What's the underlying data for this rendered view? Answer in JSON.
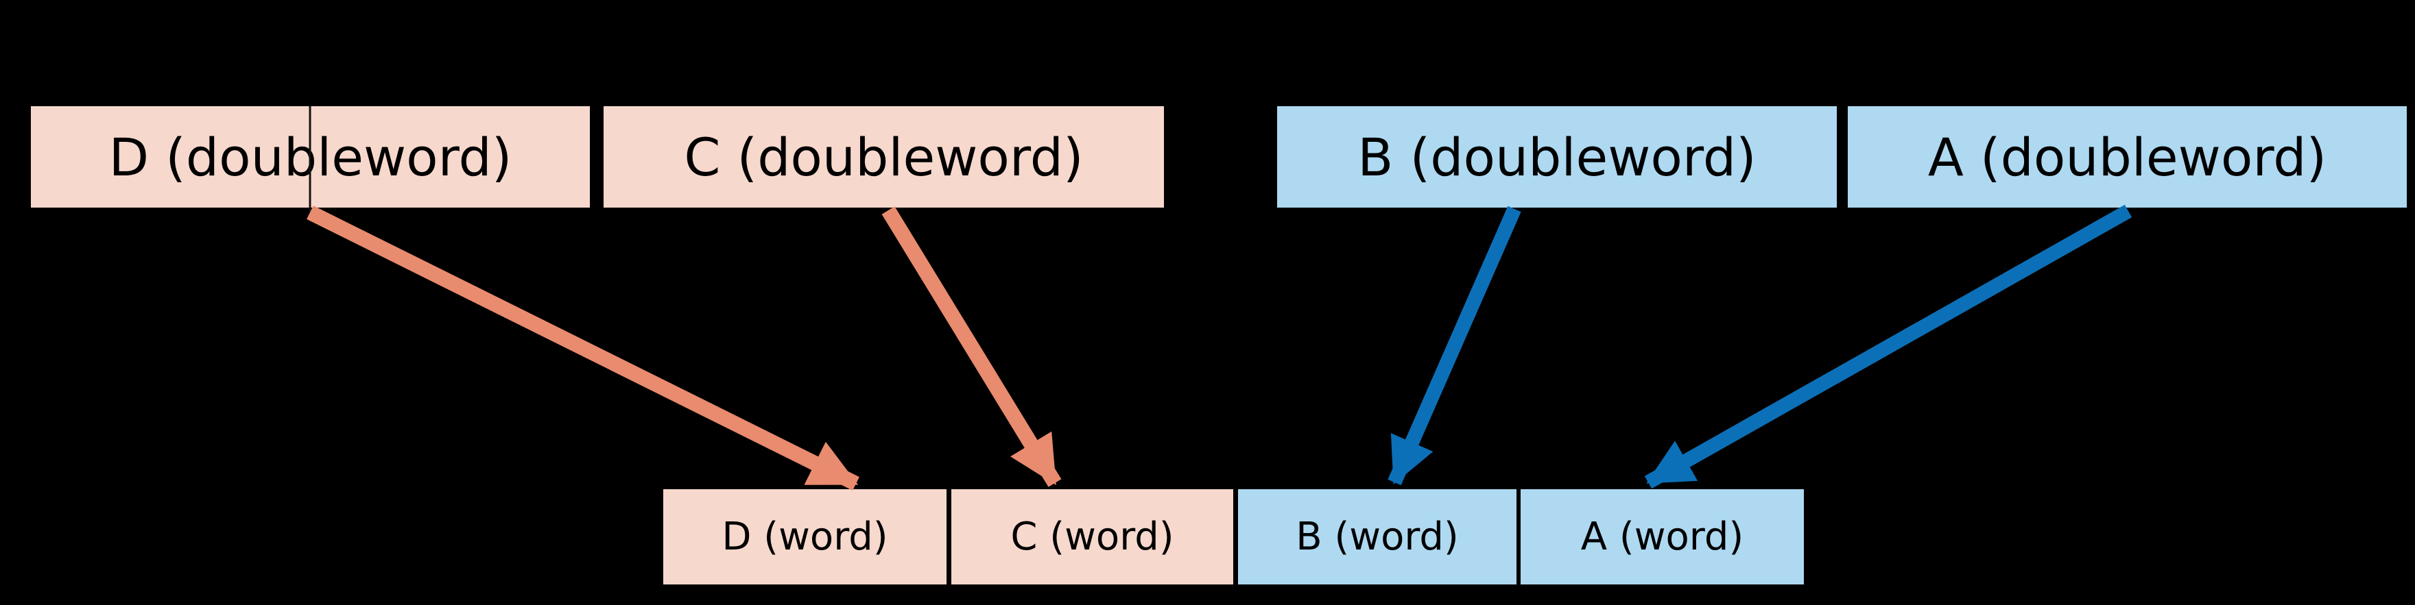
{
  "diagram": {
    "description": "Four doubleword registers mapped down to four word registers",
    "colors": {
      "background": "#000000",
      "pink_fill": "#f7d8cd",
      "blue_fill": "#aed9f1",
      "salmon_arrow": "#e98b6e",
      "blue_arrow": "#0c70b8",
      "text": "#000000",
      "connector_line": "#141414"
    },
    "top_row": [
      {
        "label": "D (doubleword)",
        "color": "pink"
      },
      {
        "label": "C (doubleword)",
        "color": "pink"
      },
      {
        "label": "B (doubleword)",
        "color": "blue"
      },
      {
        "label": "A (doubleword)",
        "color": "blue"
      }
    ],
    "bottom_row": [
      {
        "label": "D (word)",
        "color": "pink"
      },
      {
        "label": "C (word)",
        "color": "pink"
      },
      {
        "label": "B (word)",
        "color": "blue"
      },
      {
        "label": "A (word)",
        "color": "blue"
      }
    ],
    "arrows": [
      {
        "from": "D (doubleword)",
        "to": "D (word)",
        "color": "salmon"
      },
      {
        "from": "C (doubleword)",
        "to": "C (word)",
        "color": "salmon"
      },
      {
        "from": "B (doubleword)",
        "to": "B (word)",
        "color": "blue"
      },
      {
        "from": "A (doubleword)",
        "to": "A (word)",
        "color": "blue"
      }
    ]
  }
}
